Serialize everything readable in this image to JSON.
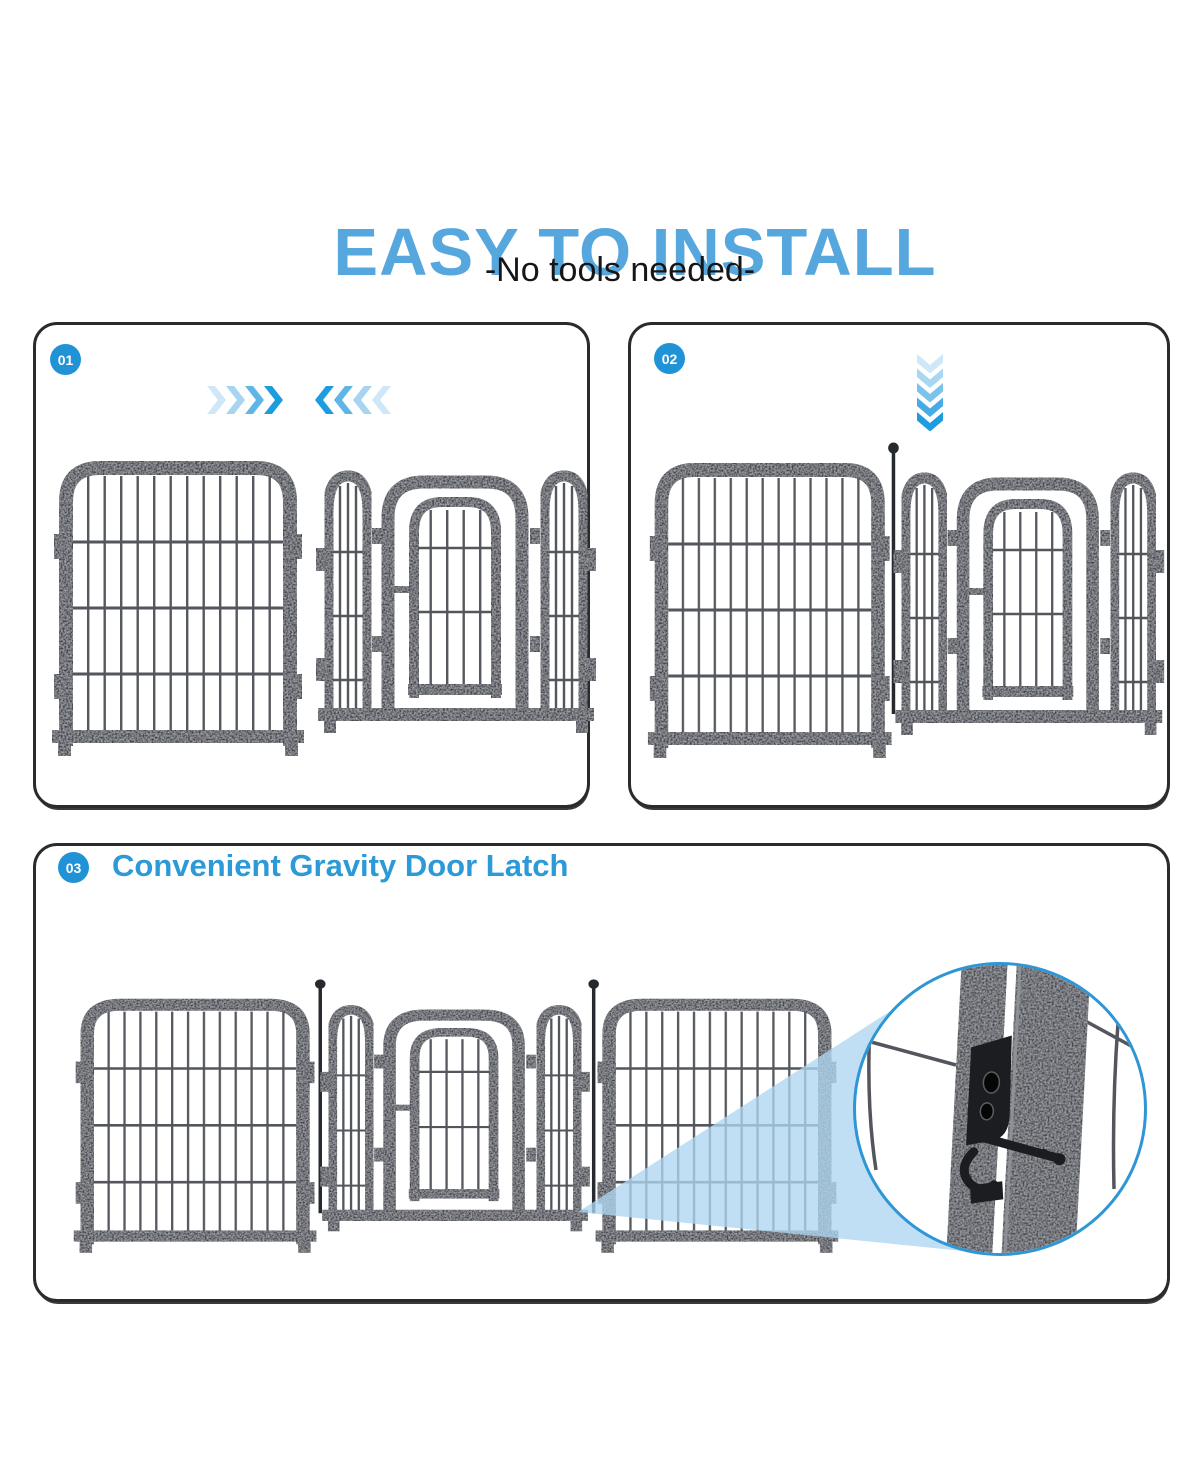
{
  "header": {
    "title": "EASY TO INSTALL",
    "subtitle": "-No tools needed-"
  },
  "steps": [
    {
      "badge": "01",
      "illustration": "two pen sections pushed together, arrows pointing inward"
    },
    {
      "badge": "02",
      "illustration": "connecting pin inserted downward to join panels"
    },
    {
      "badge": "03",
      "badge_heading": "Convenient Gravity Door Latch",
      "illustration": "assembled 5-panel pen with magnified view of gravity door latch"
    }
  ],
  "icons": {
    "merge_arrows": "merge-arrows-icon",
    "insert_arrows": "down-chevrons-icon",
    "magnifier": "zoom-circle"
  },
  "colors": {
    "title_blue": "#56a7dd",
    "badge_blue": "#1f93d6",
    "heading_blue": "#2d9ad8",
    "beam_blue": "#aed6f1",
    "ring_blue": "#2e96d6",
    "fence_dark": "#3f434a",
    "wire_gray": "#53565c",
    "pin_dark": "#26292e",
    "arrow_ramp": [
      "#cfe7f8",
      "#a6d4f1",
      "#5fb5e8",
      "#1d9ce0"
    ],
    "down_ramp": [
      "#cfe8f8",
      "#a8d7f2",
      "#7cc3ec",
      "#47ace5",
      "#1d9ce0"
    ]
  }
}
